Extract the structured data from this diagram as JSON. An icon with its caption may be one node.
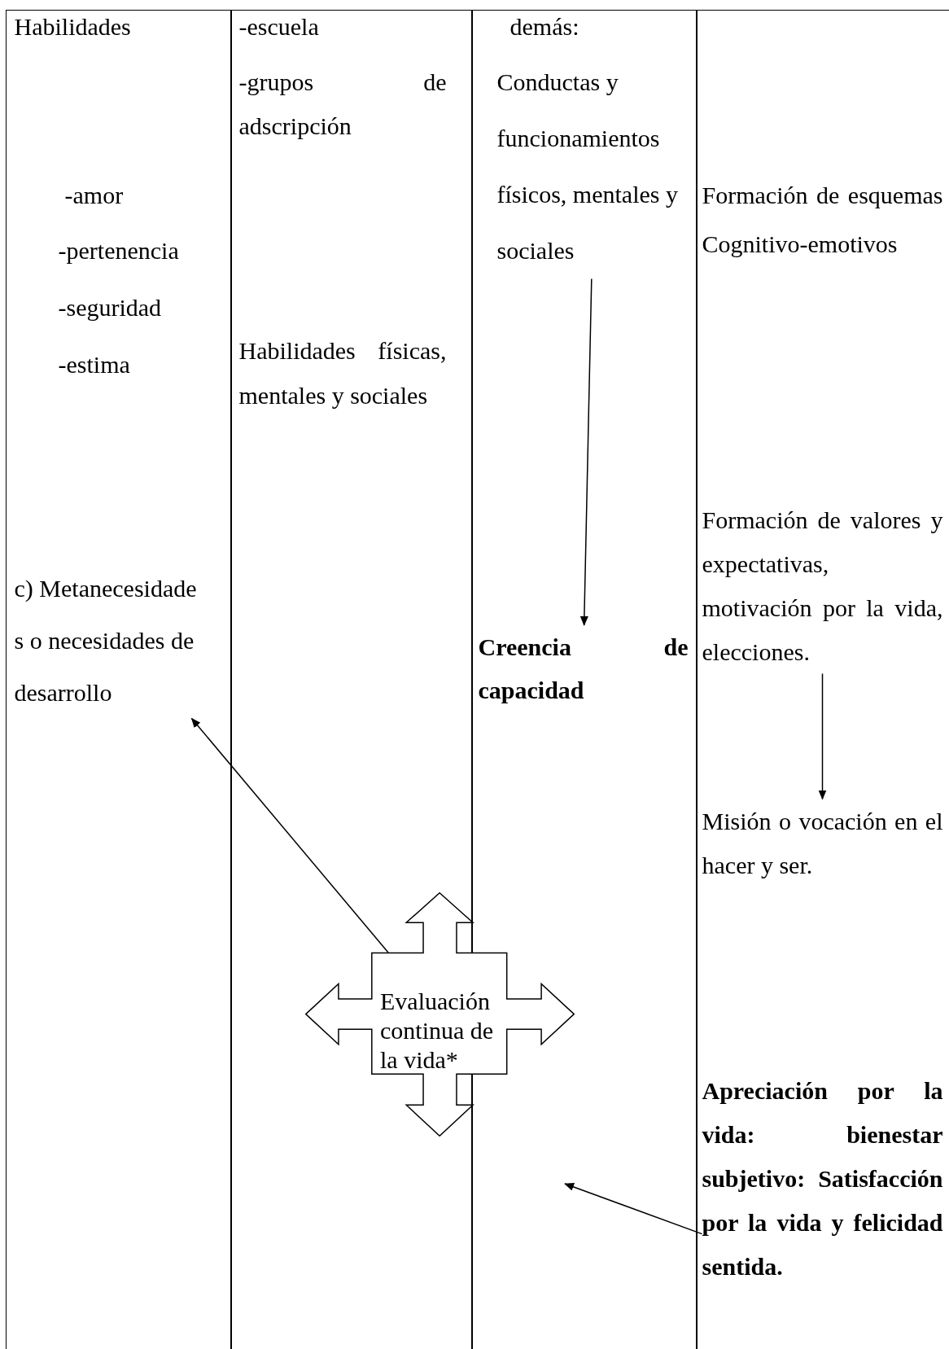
{
  "diagram": {
    "nodes": [
      {
        "text": [],
        "shape": "box"
      },
      {
        "text": [
          "Habilidades"
        ],
        "in": 0
      },
      {
        "text": [
          "-amor"
        ],
        "in": 0
      },
      {
        "text": [
          "-pertenencia"
        ],
        "in": 0
      },
      {
        "text": [
          "-seguridad"
        ],
        "in": 0
      },
      {
        "text": [
          "-estima"
        ],
        "in": 0
      },
      {
        "text": [
          "c) Metanecesidade s o necesidades de desarrollo"
        ],
        "in": 0
      },
      {
        "text": [],
        "shape": "box"
      },
      {
        "text": [
          "-escuela"
        ],
        "in": 7
      },
      {
        "text": [
          "-grupos de adscripción"
        ],
        "in": 7
      },
      {
        "text": [
          "Habilidades físicas, mentales y sociales"
        ],
        "in": 7
      },
      {
        "text": [],
        "shape": "box"
      },
      {
        "text": [
          "demás:",
          "Conductas y funcionamientos físicos, mentales y sociales"
        ],
        "in": 11
      },
      {
        "text": [
          "Creencia de capacidad"
        ],
        "in": 11
      },
      {
        "text": [],
        "shape": "box"
      },
      {
        "text": [
          "Formación de esquemas Cognitivo-emotivos"
        ],
        "in": 14
      },
      {
        "text": [
          "Formación de valores y expectativas, motivación por la vida, elecciones."
        ],
        "in": 14
      },
      {
        "text": [
          "Misión o vocación en el hacer y ser."
        ],
        "in": 14
      },
      {
        "text": [
          "Apreciación por la vida: bienestar subjetivo: Satisfacción por la vida y felicidad sentida."
        ],
        "in": 14
      },
      {
        "text": [
          "Evaluación continua de la vida*"
        ]
      }
    ],
    "edges": [
      {
        "from": 12,
        "to": 13,
        "arrow": "to"
      },
      {
        "from": 16,
        "to": 17,
        "arrow": "to"
      },
      {
        "from": 19,
        "to": 6,
        "arrow": "to"
      },
      {
        "from": 18,
        "to": null,
        "arrow": "to"
      }
    ]
  }
}
